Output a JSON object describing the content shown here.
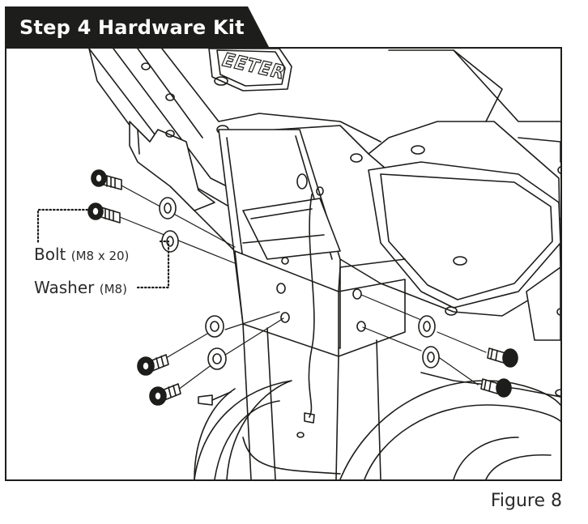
{
  "header": {
    "title": "Step 4 Hardware Kit"
  },
  "callouts": {
    "bolt": {
      "name": "Bolt",
      "spec": "(M8 x 20)"
    },
    "washer": {
      "name": "Washer",
      "spec": "(M8)"
    }
  },
  "brand_plate_text": "EETER",
  "figure_caption": "Figure 8",
  "colors": {
    "ink": "#1d1d1b",
    "tab_bg": "#1d1d1b",
    "tab_text": "#ffffff"
  }
}
